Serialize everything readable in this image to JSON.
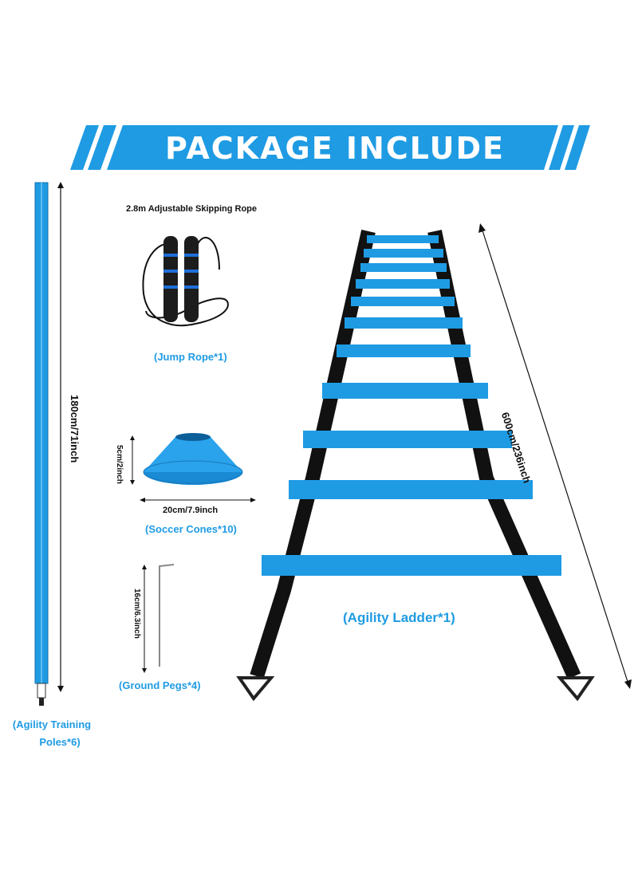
{
  "banner": {
    "title": "PACKAGE INCLUDE"
  },
  "rope": {
    "title": "2.8m Adjustable Skipping Rope",
    "caption": "(Jump Rope*1)"
  },
  "cone": {
    "height_label": "5cm/2inch",
    "width_label": "20cm/7.9inch",
    "caption": "(Soccer Cones*10)"
  },
  "peg": {
    "length_label": "16cm/6.3inch",
    "caption": "(Ground Pegs*4)"
  },
  "pole": {
    "length_label": "180cm/71inch",
    "caption_line1": "(Agility Training",
    "caption_line2": "Poles*6)"
  },
  "ladder": {
    "length_label": "600cm/236inch",
    "caption": "(Agility Ladder*1)"
  },
  "colors": {
    "accent": "#1f9be3",
    "strap": "#111111"
  },
  "icons": [
    "jump-rope-icon",
    "soccer-cone-icon",
    "ground-peg-icon",
    "agility-pole-icon",
    "agility-ladder-icon",
    "arrow-icon"
  ]
}
